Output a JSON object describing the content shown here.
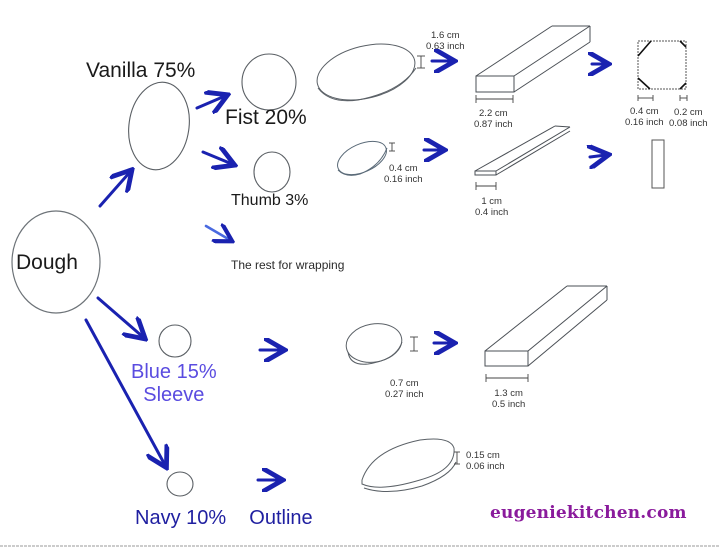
{
  "colors": {
    "arrow": "#1a22b0",
    "pencil": "#555a60",
    "blue_label": "#5a4ce0",
    "navy_label": "#1f1fa0",
    "brand": "#8a1a9c"
  },
  "root": {
    "label": "Dough"
  },
  "branches": {
    "vanilla": {
      "label": "Vanilla 75%",
      "children": {
        "fist": {
          "label": "Fist 20%",
          "disc_thickness": [
            "1.6 cm",
            "0.63 inch"
          ],
          "bar_width": [
            "2.2 cm",
            "0.87 inch"
          ],
          "final_corner_cut_large": [
            "0.4 cm",
            "0.16 inch"
          ],
          "final_corner_cut_small": [
            "0.2 cm",
            "0.08 inch"
          ]
        },
        "thumb": {
          "label": "Thumb 3%",
          "disc_thickness": [
            "0.4 cm",
            "0.16 inch"
          ],
          "bar_width": [
            "1 cm",
            "0.4 inch"
          ]
        },
        "rest": {
          "label": "The rest for wrapping"
        }
      }
    },
    "blue": {
      "label_line1": "Blue 15%",
      "label_line2": "Sleeve",
      "disc_thickness": [
        "0.7 cm",
        "0.27 inch"
      ],
      "bar_width": [
        "1.3 cm",
        "0.5 inch"
      ]
    },
    "navy": {
      "label_a": "Navy 10%",
      "label_b": "Outline",
      "sheet_thickness": [
        "0.15 cm",
        "0.06 inch"
      ]
    }
  },
  "watermark": "eugeniekitchen.com",
  "icons": [
    "arrow-icon",
    "dimension-arrow-icon"
  ]
}
